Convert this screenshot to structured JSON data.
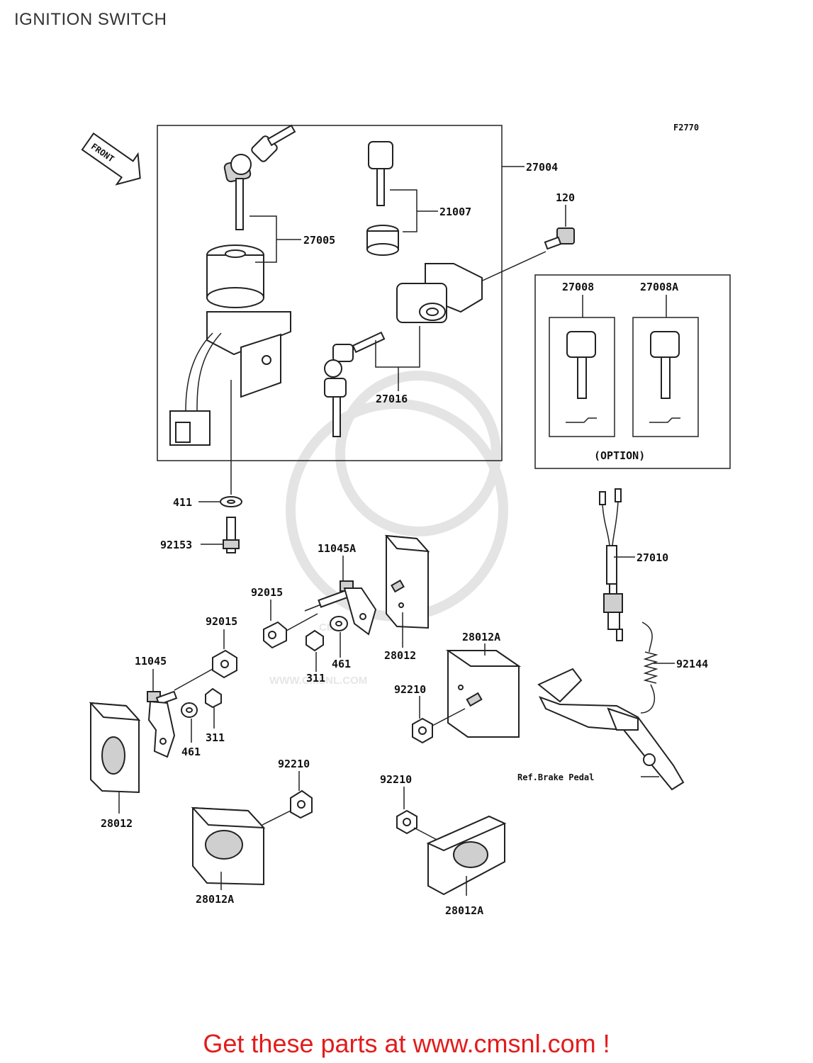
{
  "page": {
    "title": "IGNITION SWITCH"
  },
  "figure": {
    "code": "F2770",
    "direction_marker": "FRONT",
    "option_label": "(OPTION)",
    "reference_label": "Ref.Brake Pedal",
    "watermark": {
      "logo": "CMS",
      "url": "WWW.CMSNL.COM"
    }
  },
  "part_labels": {
    "p27004": "27004",
    "p27005": "27005",
    "p21007": "21007",
    "p120": "120",
    "p27008": "27008",
    "p27008a": "27008A",
    "p27016": "27016",
    "p411": "411",
    "p92153": "92153",
    "p11045a": "11045A",
    "p92015a": "92015",
    "p92015b": "92015",
    "p27010": "27010",
    "p28012a_top": "28012A",
    "p28012_mid": "28012",
    "p461a": "461",
    "p311a": "311",
    "p92144": "92144",
    "p11045": "11045",
    "p92210a": "92210",
    "p461b": "461",
    "p311b": "311",
    "p92210b": "92210",
    "p92210c": "92210",
    "p28012_left": "28012",
    "p28012a_left": "28012A",
    "p28012a_right": "28012A"
  },
  "footer": {
    "cta": "Get these parts at www.cmsnl.com !",
    "color": "#e31b1b"
  }
}
